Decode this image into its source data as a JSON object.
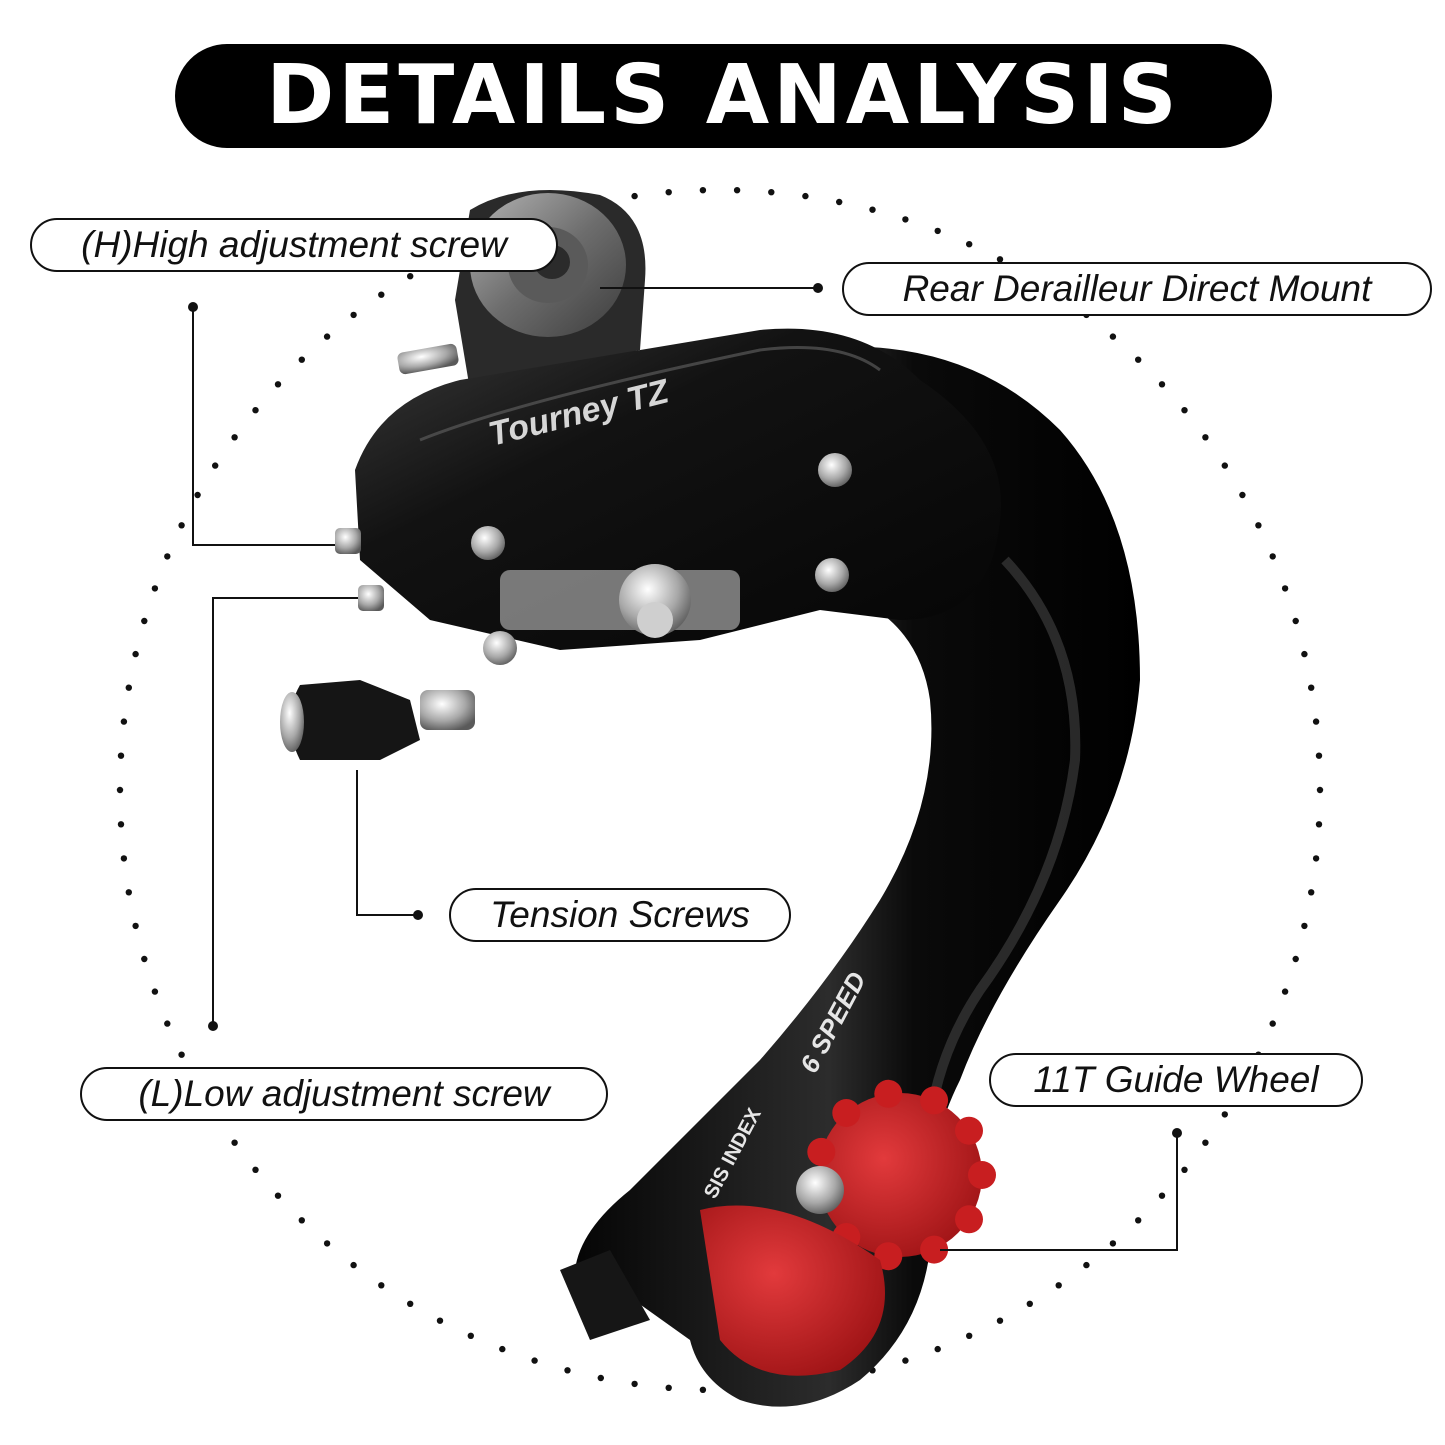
{
  "header": {
    "title": "DETAILS ANALYSIS"
  },
  "product": {
    "brand_mark": "Tourney TZ",
    "speed_mark": "6 SPEED",
    "index_mark": "SIS INDEX"
  },
  "callouts": {
    "high_screw": "(H)High adjustment screw",
    "direct_mount": "Rear Derailleur Direct Mount",
    "tension_screws": "Tension Screws",
    "low_screw": "(L)Low adjustment screw",
    "guide_wheel": "11T Guide Wheel"
  },
  "colors": {
    "body": "#0d0d0d",
    "accent": "#cc1f22",
    "metal": "#8a8a8a",
    "banner": "#000000"
  }
}
